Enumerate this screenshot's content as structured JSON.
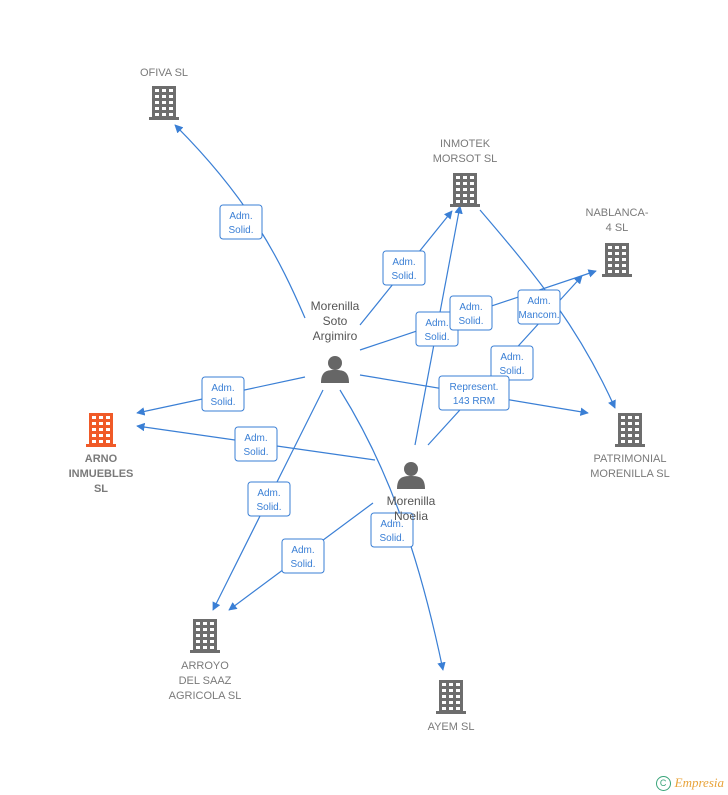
{
  "colors": {
    "edge": "#3a7fd5",
    "company": "#6d6d6d",
    "company_focus": "#f05a28",
    "person": "#666666"
  },
  "companies": [
    {
      "id": "ofiva",
      "lines": [
        "OFIVA SL"
      ],
      "icon": "building-icon"
    },
    {
      "id": "inmotek",
      "lines": [
        "INMOTEK",
        "MORSOT  SL"
      ],
      "icon": "building-icon"
    },
    {
      "id": "nablanca",
      "lines": [
        "NABLANCA-",
        "4 SL"
      ],
      "icon": "building-icon"
    },
    {
      "id": "arno",
      "lines": [
        "ARNO",
        "INMUEBLES",
        "SL"
      ],
      "icon": "building-icon",
      "focus": true
    },
    {
      "id": "patrimonial",
      "lines": [
        "PATRIMONIAL",
        "MORENILLA SL"
      ],
      "icon": "building-icon"
    },
    {
      "id": "arroyo",
      "lines": [
        "ARROYO",
        "DEL SAAZ",
        "AGRICOLA  SL"
      ],
      "icon": "building-icon"
    },
    {
      "id": "ayem",
      "lines": [
        "AYEM  SL"
      ],
      "icon": "building-icon"
    }
  ],
  "persons": [
    {
      "id": "argimiro",
      "lines": [
        "Morenilla",
        "Soto",
        "Argimiro"
      ],
      "icon": "person-icon"
    },
    {
      "id": "noelia",
      "lines": [
        "Morenilla",
        "Noelia"
      ],
      "icon": "person-icon"
    }
  ],
  "edge_labels": [
    {
      "id": "e1",
      "lines": [
        "Adm.",
        "Solid."
      ]
    },
    {
      "id": "e2",
      "lines": [
        "Adm.",
        "Solid."
      ]
    },
    {
      "id": "e3",
      "lines": [
        "Adm.",
        "Solid."
      ]
    },
    {
      "id": "e4",
      "lines": [
        "Adm.",
        "Solid."
      ]
    },
    {
      "id": "e5",
      "lines": [
        "Adm.",
        "Mancom."
      ]
    },
    {
      "id": "e6",
      "lines": [
        "Adm.",
        "Solid."
      ]
    },
    {
      "id": "e7",
      "lines": [
        "Adm.",
        "Solid."
      ]
    },
    {
      "id": "e8",
      "lines": [
        "Represent.",
        "143 RRM"
      ]
    },
    {
      "id": "e9",
      "lines": [
        "Adm.",
        "Solid."
      ]
    },
    {
      "id": "e10",
      "lines": [
        "Adm.",
        "Solid."
      ]
    },
    {
      "id": "e11",
      "lines": [
        "Adm.",
        "Solid."
      ]
    },
    {
      "id": "e12",
      "lines": [
        "Adm.",
        "Solid."
      ]
    }
  ],
  "footer": {
    "copyright_symbol": "C",
    "brand": "Empresia"
  }
}
